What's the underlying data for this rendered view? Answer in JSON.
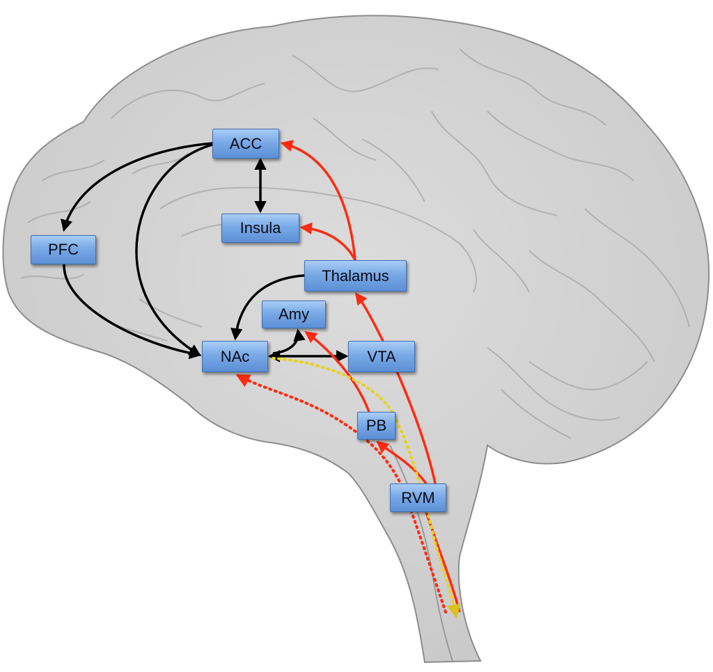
{
  "regions": {
    "acc": "ACC",
    "insula": "Insula",
    "pfc": "PFC",
    "thalamus": "Thalamus",
    "amy": "Amy",
    "nac": "NAc",
    "vta": "VTA",
    "pb": "PB",
    "rvm": "RVM"
  },
  "colors": {
    "box_fill": "#79a9e6",
    "box_border": "#3f6fb5",
    "black_pathway": "#000000",
    "red_pathway": "#ff2a10",
    "red_dotted_pathway": "#ff2a10",
    "yellow_dotted_pathway": "#e6d21e",
    "brain_fill": "#d6d6d6"
  }
}
